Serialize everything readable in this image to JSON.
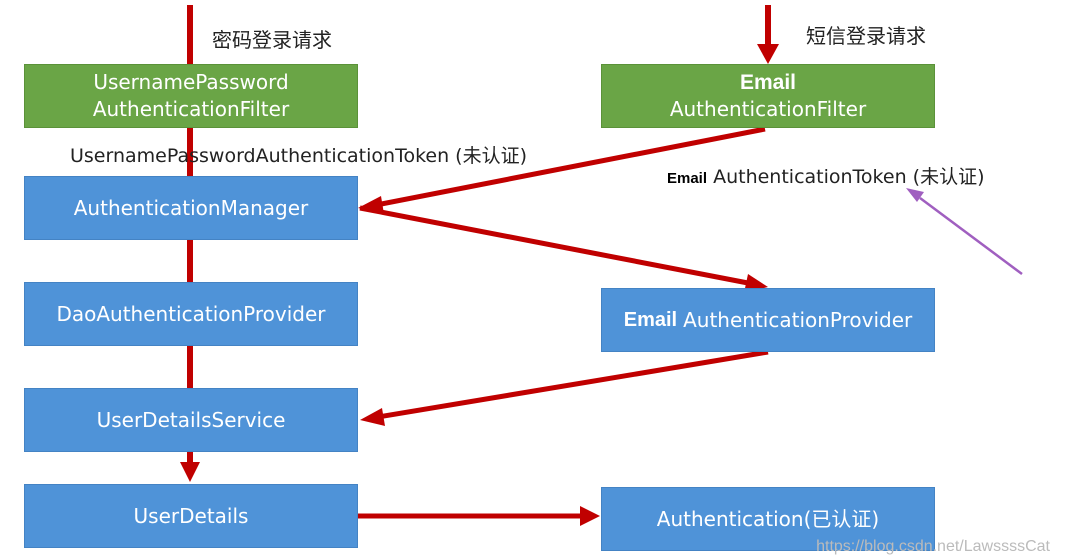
{
  "labels": {
    "password_request": "密码登录请求",
    "sms_request": "短信登录请求",
    "up_token": "UsernamePasswordAuthenticationToken (未认证)",
    "email_token_prefix": "Email",
    "email_token_rest": "AuthenticationToken (未认证)"
  },
  "boxes": {
    "up_filter_line1": "UsernamePassword",
    "up_filter_line2": "AuthenticationFilter",
    "email_filter_line1": "Email",
    "email_filter_line2": "AuthenticationFilter",
    "auth_manager": "AuthenticationManager",
    "dao_provider": "DaoAuthenticationProvider",
    "email_provider_prefix": "Email",
    "email_provider_rest": "AuthenticationProvider",
    "user_details_service": "UserDetailsService",
    "user_details": "UserDetails",
    "authentication": "Authentication(已认证)"
  },
  "watermark": "https://blog.csdn.net/LawssssCat",
  "colors": {
    "arrow_red": "#c00000",
    "pointer_purple": "#a05fc0",
    "box_green": "#6aa546",
    "box_blue": "#4f93d8"
  }
}
